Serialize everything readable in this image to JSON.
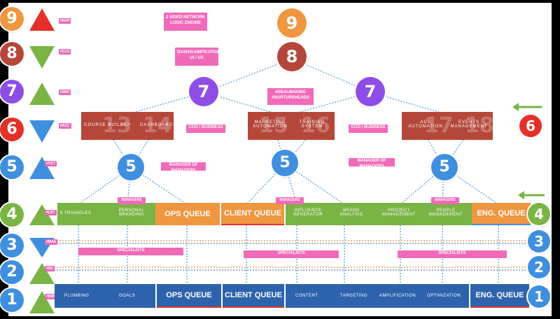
{
  "top": {
    "logic_engine_label": "2 SIDED NETWORK LOGIC ENGINE",
    "dash_label": "DASH/GAMIFICATION UI / UX",
    "dealmaking_label": "#DEALMAKING #NURTUREHEADS",
    "coo_left": "COO / BUSINESS",
    "coo_right": "COO / BUSINESS",
    "mom_left": "MANAGER OF MANAGERS",
    "mom_right": "MANAGER OF MANAGERS"
  },
  "circles": {
    "top9": "9",
    "top8": "8",
    "seven_left": "7",
    "seven_right": "7",
    "five_left": "5",
    "five_mid": "5",
    "five_right": "5",
    "right6": "6"
  },
  "level6_bars": [
    {
      "text": "COURSE BUILDER",
      "num": "13"
    },
    {
      "text": "DASHBOARD",
      "num": "14"
    },
    {
      "text": "MARKETING AUTOMATION",
      "num": "15"
    },
    {
      "text": "TRAINING SYSTEM",
      "num": "16"
    },
    {
      "text": "ADS AUTOMATION",
      "num": "17"
    },
    {
      "text": "EVENTS MANAGEMENT",
      "num": "18"
    }
  ],
  "level4": {
    "managers_tag": "MANAGERS",
    "segments": [
      "9 TRIANGLES",
      "PERSONAL BRANDING",
      "INFLUENCE GENERATOR",
      "BRAND ANALYSIS",
      "PROJECT MANAGEMENT",
      "PEOPLE MANAGEMENT"
    ],
    "ops_queue": "OPS QUEUE",
    "client_queue": "CLIENT QUEUE",
    "eng_queue": "ENG. QUEUE"
  },
  "specialists_label": "SPECIALISTS",
  "level1": {
    "segments": [
      "PLUMBING",
      "GOALS",
      "CONTENT",
      "TARGETING",
      "AMPLIFICATION",
      "OPTIMIZATION"
    ],
    "ops_queue": "OPS QUEUE",
    "client_queue": "CLIENT QUEUE",
    "eng_queue": "ENG. QUEUE"
  },
  "right_numbers": [
    "4",
    "3",
    "2",
    "1"
  ],
  "left_numbers": [
    "9",
    "8",
    "7",
    "6",
    "5",
    "4",
    "3",
    "2",
    "1"
  ],
  "left_tags": [
    "#SGP",
    "#CCS",
    "#MSF",
    "#ACC",
    "#OCT",
    "#LBT",
    "#MAA",
    "#SD",
    "#BBB"
  ],
  "colors": {
    "orange": "#ef9640",
    "brown_red": "#b5473a",
    "purple": "#8e4ee6",
    "blue_circle": "#3f8fde",
    "green_bar": "#79b444",
    "blue_bar": "#2d63ac",
    "pink": "#f06ab9",
    "red_circle": "#e43028",
    "arrow_green": "#79b444"
  }
}
